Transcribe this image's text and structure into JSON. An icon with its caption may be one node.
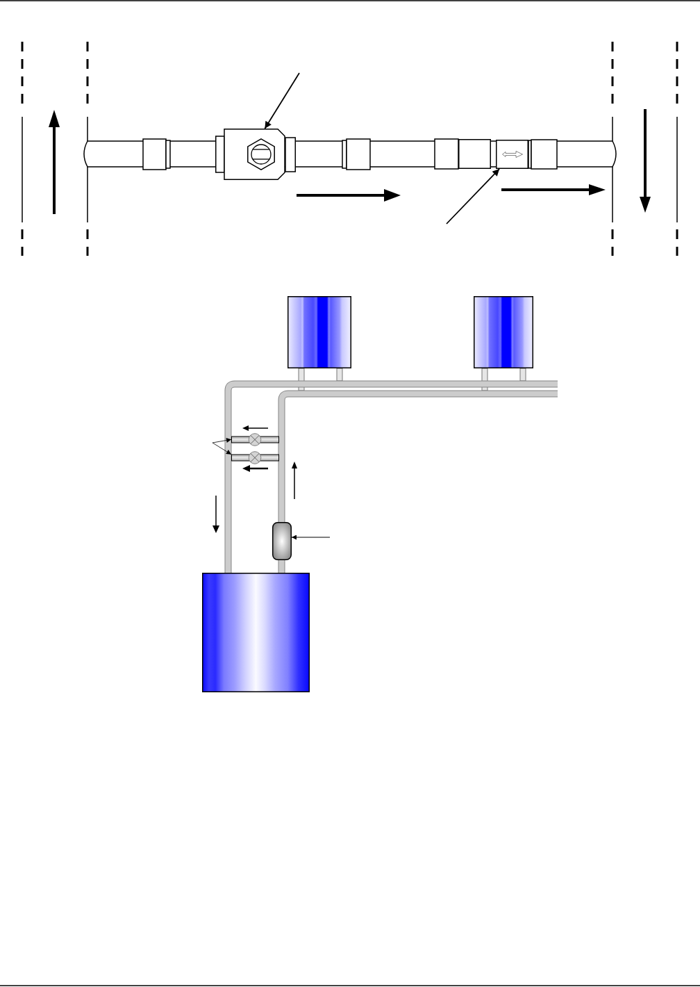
{
  "diagram": {
    "nodes": [
      {
        "text": [],
        "shape": "picture"
      },
      {
        "text": [],
        "shape": "box"
      },
      {
        "text": [],
        "shape": "picture"
      },
      {
        "text": [],
        "shape": "box"
      },
      {
        "text": [],
        "shape": "box"
      },
      {
        "text": [],
        "shape": "picture"
      },
      {
        "text": [],
        "shape": "picture"
      },
      {
        "text": [],
        "shape": "picture"
      },
      {
        "text": [],
        "shape": "box"
      }
    ],
    "edges": [
      {
        "from": null,
        "to": 0,
        "arrow": "to"
      },
      {
        "from": null,
        "to": 2,
        "arrow": "to"
      },
      {
        "from": null,
        "to": 5,
        "arrow": "to"
      },
      {
        "from": null,
        "to": 6,
        "arrow": "to"
      },
      {
        "from": null,
        "to": 7,
        "arrow": "to"
      }
    ]
  }
}
